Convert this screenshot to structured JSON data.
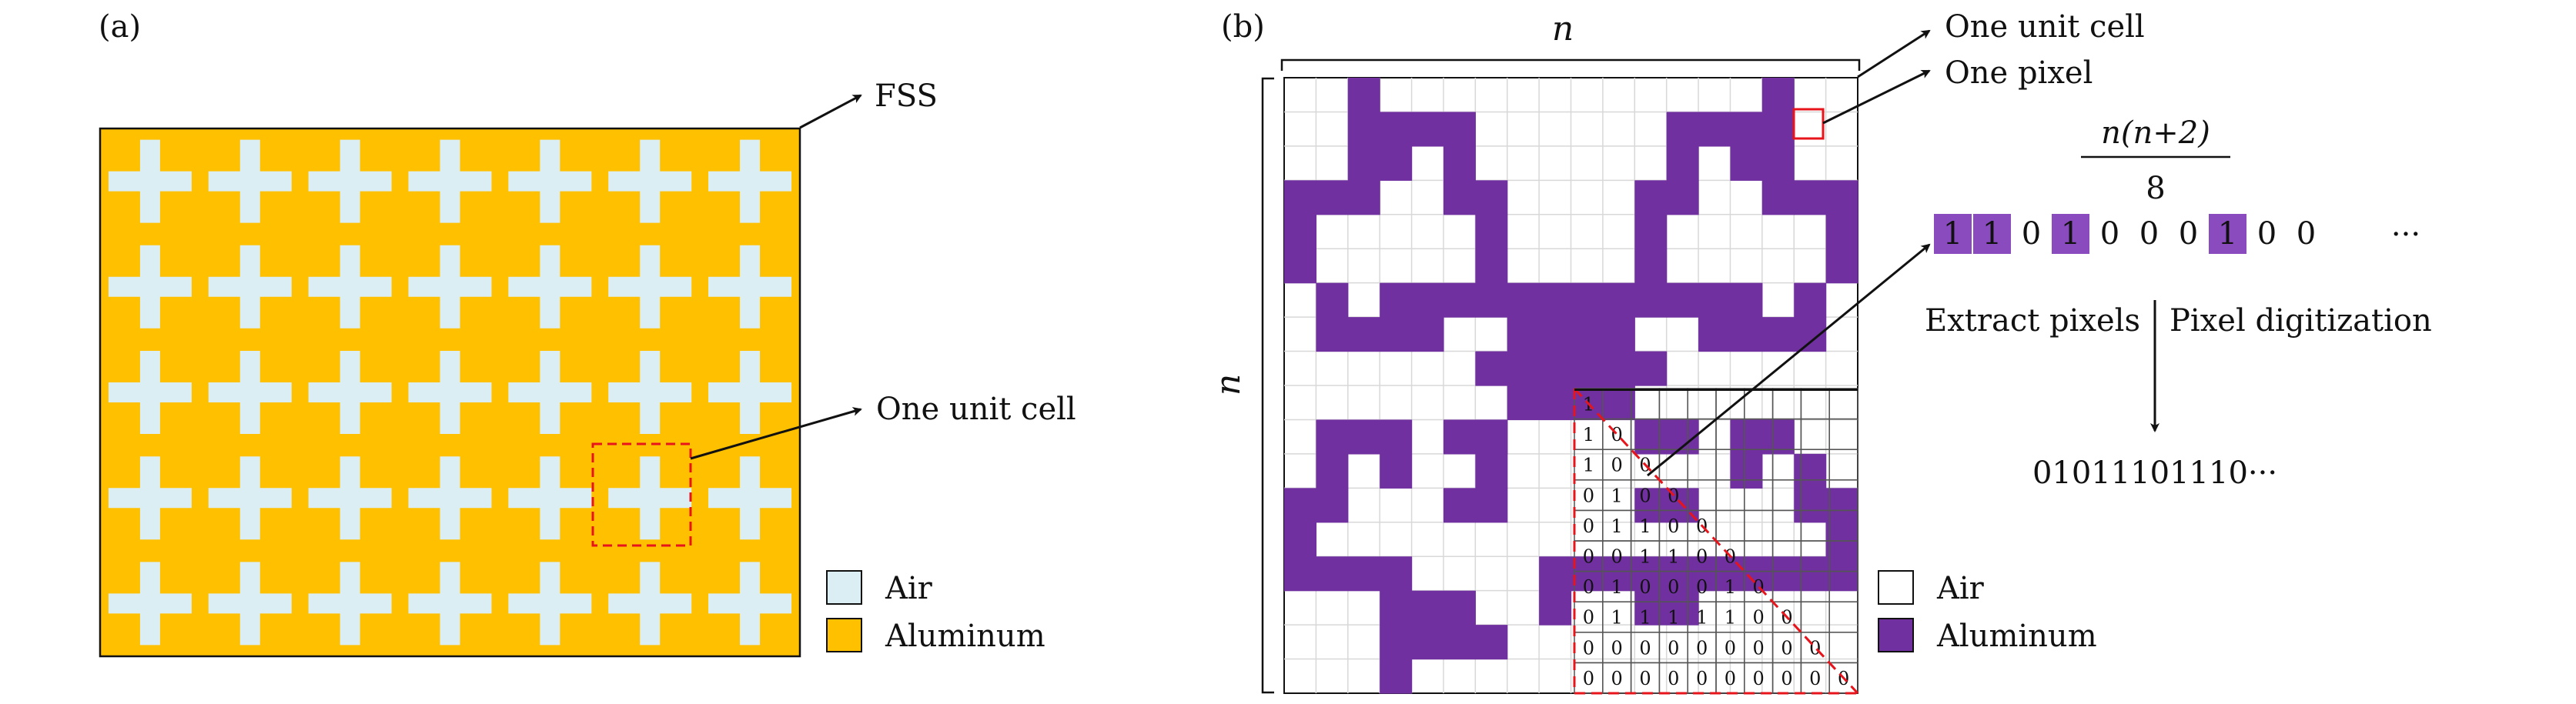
{
  "panel_a": {
    "label": "(a)",
    "fss_label": "FSS",
    "unit_cell_label": "One unit cell",
    "legend": [
      {
        "label": "Air",
        "color": "#dbeef3"
      },
      {
        "label": "Aluminum",
        "color": "#ffc000"
      }
    ],
    "grid_cols": 7,
    "grid_rows": 5
  },
  "panel_b": {
    "label": "(b)",
    "n_top": "n",
    "n_side": "n",
    "one_unit_cell_label": "One unit cell",
    "one_pixel_label": "One pixel",
    "formula_num": "n(n+2)",
    "formula_den": "8",
    "bit_strip": [
      "1",
      "1",
      "0",
      "1",
      "0",
      "0",
      "0",
      "1",
      "0",
      "0"
    ],
    "bit_ellipsis": "···",
    "extract_label": "Extract pixels",
    "digitize_label": "Pixel digitization",
    "binary_string": "01011101110···",
    "legend": [
      {
        "label": "Air",
        "color": "#ffffff"
      },
      {
        "label": "Aluminum",
        "color": "#7030a0"
      }
    ],
    "matrix": [
      "1",
      "10",
      "100",
      "0100",
      "01100",
      "001100",
      "0100010",
      "01111100",
      "000000000",
      "0000000000"
    ],
    "colors": {
      "purple": "#7030a0",
      "bit_purple": "#8a4bbf",
      "red": "#e8141c",
      "gold": "#ffc000",
      "air": "#dbeef3"
    }
  }
}
